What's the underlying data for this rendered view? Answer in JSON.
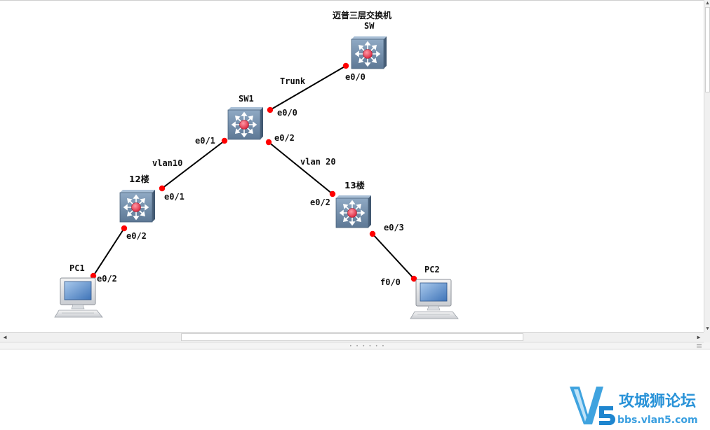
{
  "topology": {
    "devices": [
      {
        "id": "sw",
        "label_cn": "迈普三层交换机",
        "label": "SW",
        "type": "l3-switch"
      },
      {
        "id": "sw1",
        "label": "SW1",
        "type": "l3-switch"
      },
      {
        "id": "f12",
        "label": "12楼",
        "type": "l3-switch"
      },
      {
        "id": "f13",
        "label": "13楼",
        "type": "l3-switch"
      },
      {
        "id": "pc1",
        "label": "PC1",
        "type": "pc"
      },
      {
        "id": "pc2",
        "label": "PC2",
        "type": "pc"
      }
    ],
    "links": [
      {
        "from": "sw",
        "to": "sw1",
        "label": "Trunk",
        "from_port": "e0/0",
        "to_port": "e0/0"
      },
      {
        "from": "sw1",
        "to": "f12",
        "label": "vlan10",
        "from_port": "e0/1",
        "to_port": "e0/1"
      },
      {
        "from": "sw1",
        "to": "f13",
        "label": "vlan 20",
        "from_port": "e0/2",
        "to_port": "e0/2"
      },
      {
        "from": "f12",
        "to": "pc1",
        "from_port": "e0/2",
        "to_port": "e0/2"
      },
      {
        "from": "f13",
        "to": "pc2",
        "from_port": "e0/3",
        "to_port": "f0/0"
      }
    ],
    "colors": {
      "link": "#000000",
      "port_dot": "#ff0000",
      "switch_body": "#6e8aa8",
      "switch_center": "#e8334a"
    }
  },
  "watermark": {
    "brand": "攻城狮论坛",
    "site": "bbs.vlan5.com",
    "logo_text": "V5"
  },
  "icons": {
    "vscroll_up": "▲",
    "vscroll_down": "▼",
    "hscroll_left": "◀",
    "hscroll_right": "▶"
  }
}
